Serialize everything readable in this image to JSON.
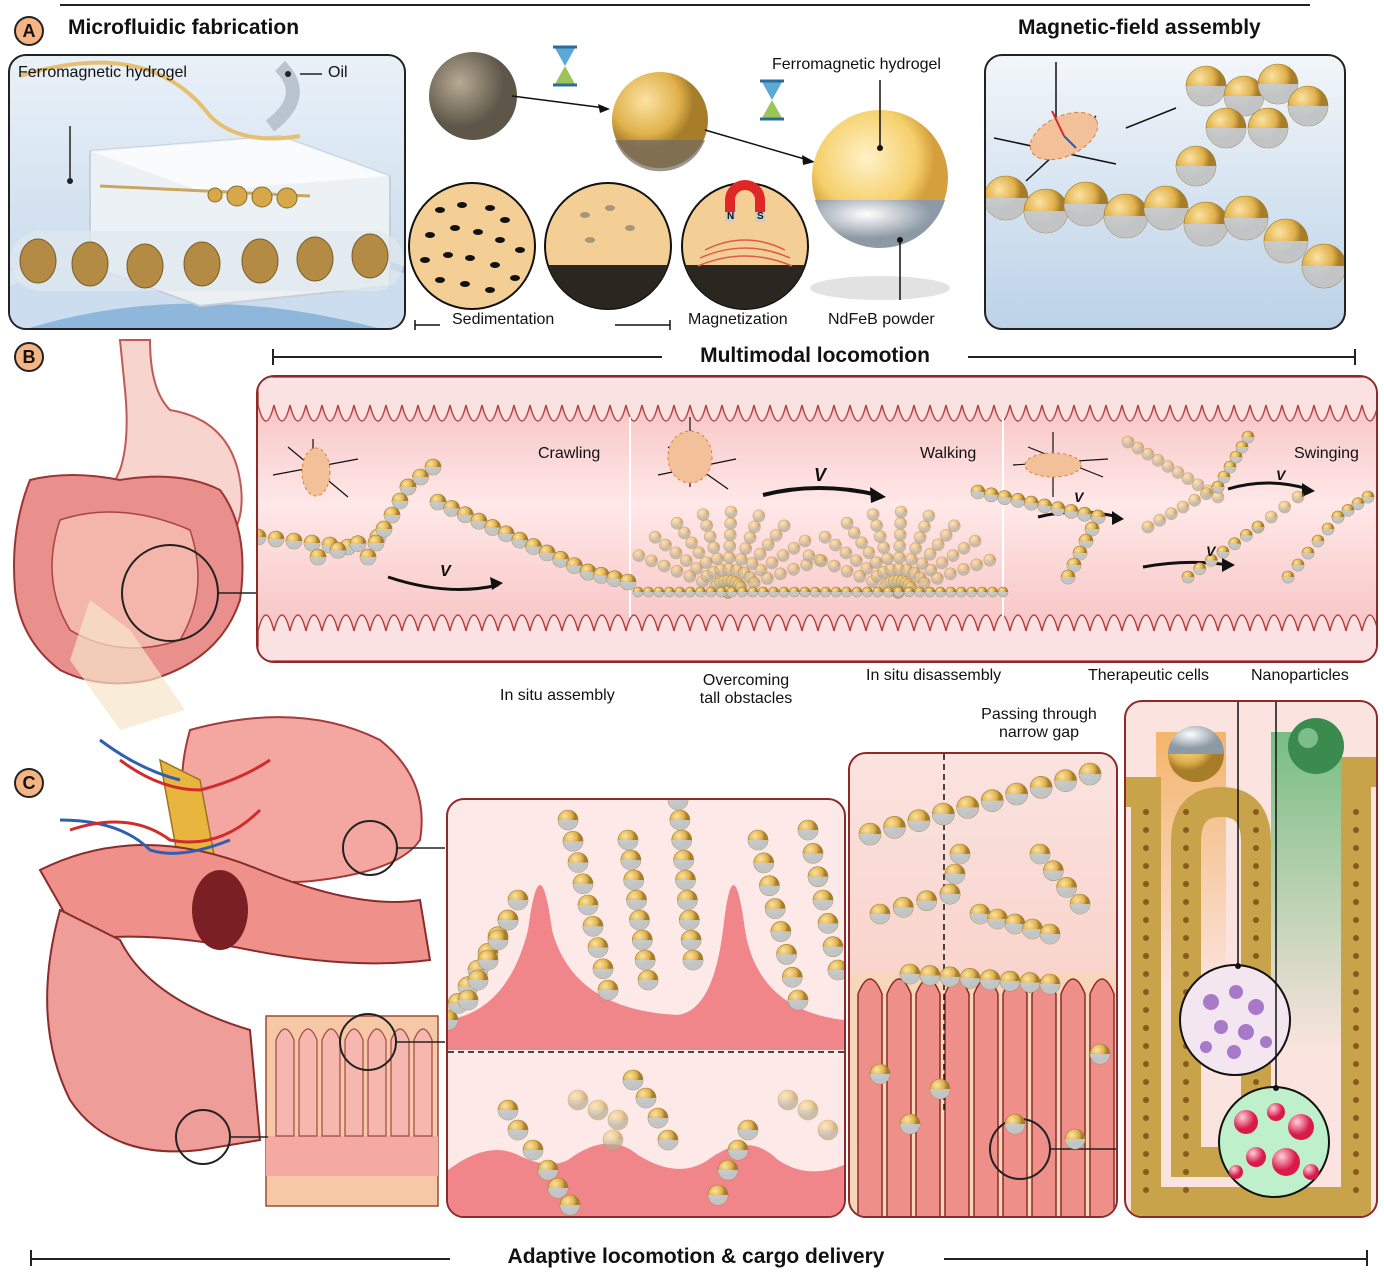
{
  "sectionA": {
    "badge": "A",
    "title_left": "Microfluidic fabrication",
    "title_right": "Magnetic-field assembly",
    "label_hydrogel_left": "Ferromagnetic hydrogel",
    "label_oil": "Oil",
    "label_hydrogel_right": "Ferromagnetic hydrogel",
    "label_sedimentation": "Sedimentation",
    "label_magnetization": "Magnetization",
    "label_ndfeb": "NdFeB powder",
    "magnet_n": "N",
    "magnet_s": "S"
  },
  "sectionB": {
    "badge": "B",
    "title": "Multimodal locomotion",
    "modes": [
      "Crawling",
      "Walking",
      "Swinging"
    ],
    "velocity": "V"
  },
  "sectionC": {
    "badge": "C",
    "label_in_situ_assembly": "In situ assembly",
    "label_overcoming": "Overcoming\ntall obstacles",
    "label_in_situ_disassembly": "In situ disassembly",
    "label_passing": "Passing through\nnarrow gap",
    "label_therapeutic": "Therapeutic cells",
    "label_nanoparticles": "Nanoparticles",
    "bottom_title": "Adaptive locomotion & cargo delivery"
  },
  "colors": {
    "bead_gold": "#f0c35a",
    "bead_silver": "#b7c2cc",
    "tissue_pink": "#f3a3a3",
    "tissue_dark": "#c84b4b",
    "badge_fill": "#f5b483",
    "panel_bg_blue": "#cfe0ef",
    "accent_green": "#3fae5b"
  }
}
